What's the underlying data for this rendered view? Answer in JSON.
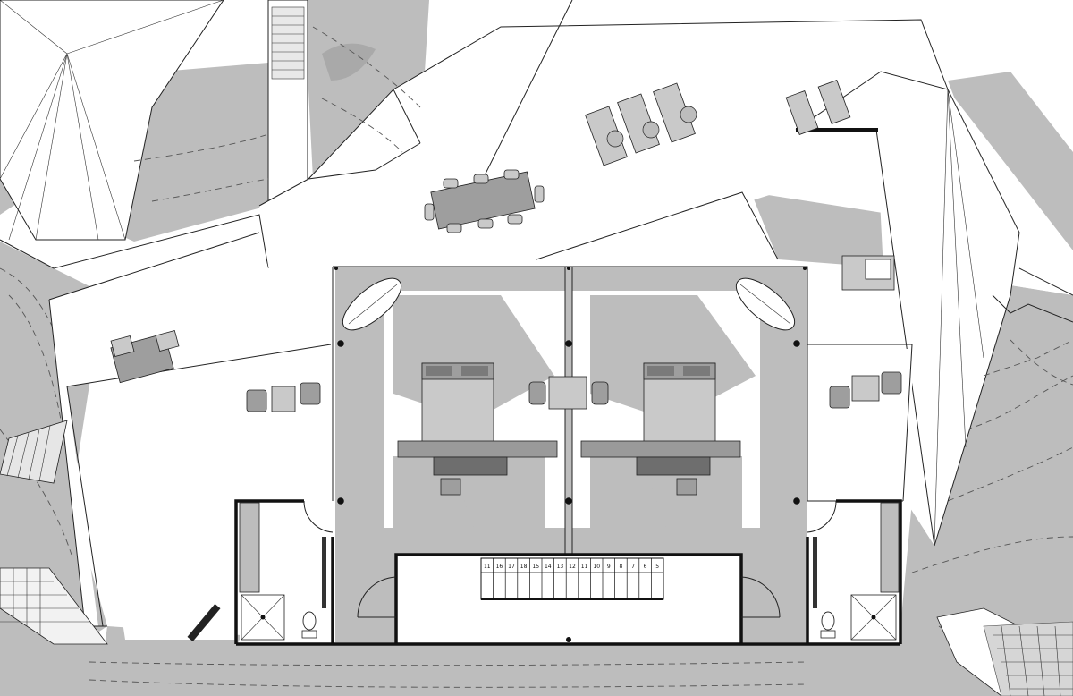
{
  "stair_numbers": [
    "11",
    "16",
    "17",
    "18",
    "15",
    "14",
    "13",
    "12",
    "11",
    "10",
    "9",
    "8",
    "7",
    "6",
    "5"
  ]
}
